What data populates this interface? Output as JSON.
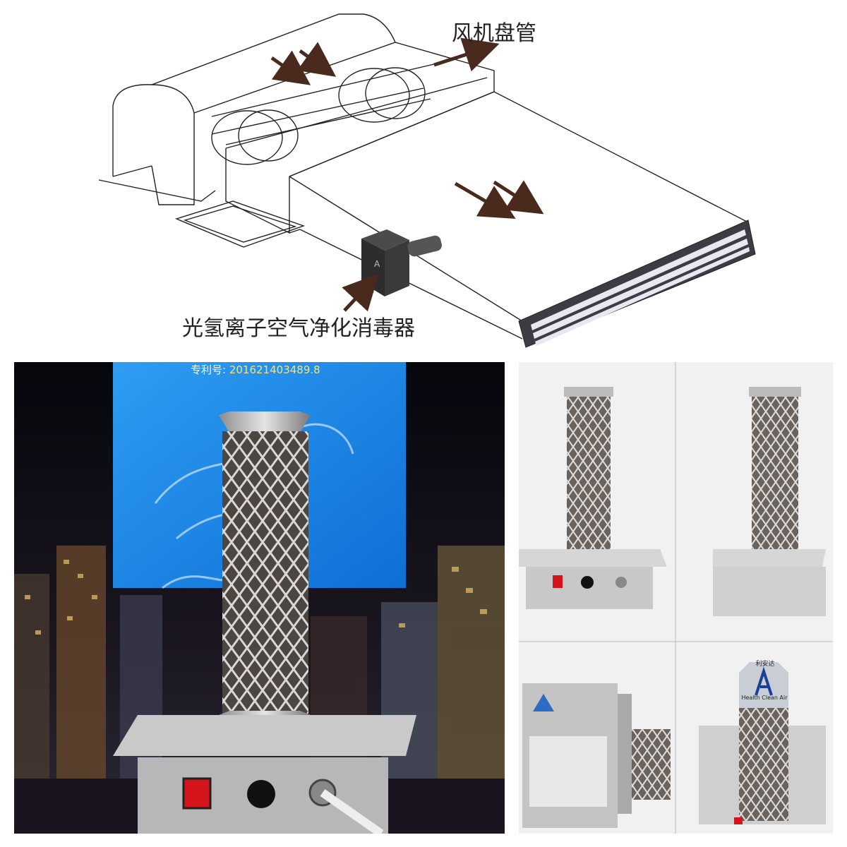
{
  "diagram": {
    "label_fan_coil": "风机盘管",
    "label_device": "光氢离子空气净化消毒器"
  },
  "patent": {
    "prefix": "专利号:",
    "number": "201621403489.8"
  },
  "grid": {
    "logo_brand": "利安达",
    "logo_en": "Health Clean Air"
  },
  "colors": {
    "arrow": "#4a2a1c",
    "sky_blue": "#1f86e6",
    "switch_red": "#d4141b"
  }
}
